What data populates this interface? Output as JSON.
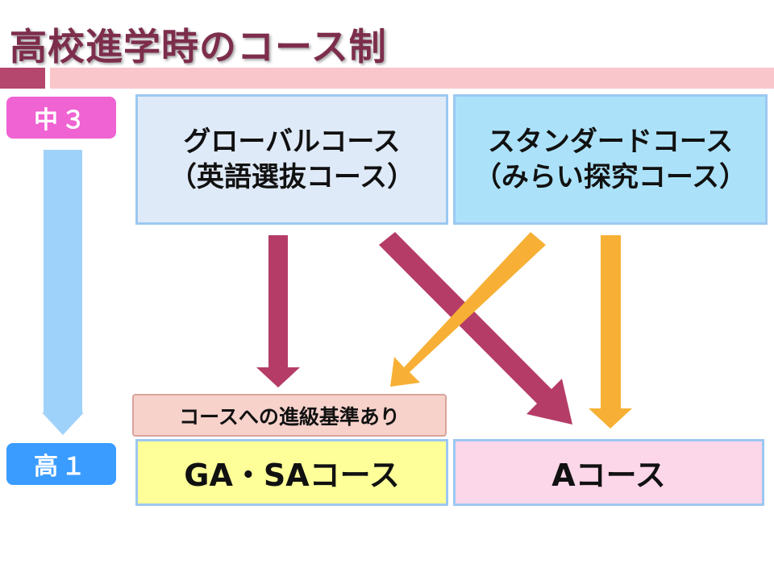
{
  "title": "高校進学時のコース制",
  "grades": {
    "top": "中３",
    "bottom": "高１"
  },
  "courses_top": {
    "global": {
      "line1": "グローバルコース",
      "line2": "（英語選抜コース）"
    },
    "standard": {
      "line1": "スタンダードコース",
      "line2": "（みらい探究コース）"
    }
  },
  "courses_bottom": {
    "gasa": "GA・SAコース",
    "a": "Aコース"
  },
  "note": "コースへの進級基準あり",
  "colors": {
    "title": "#7d2d4c",
    "accent_dark": "#b5466e",
    "accent_light": "#f9c6cb",
    "grade_top": "#ef63d2",
    "grade_bottom": "#3a9cff",
    "arrow_global": "#b53c67",
    "arrow_standard": "#f7b035",
    "arrow_timeline": "#9fd2fb"
  }
}
